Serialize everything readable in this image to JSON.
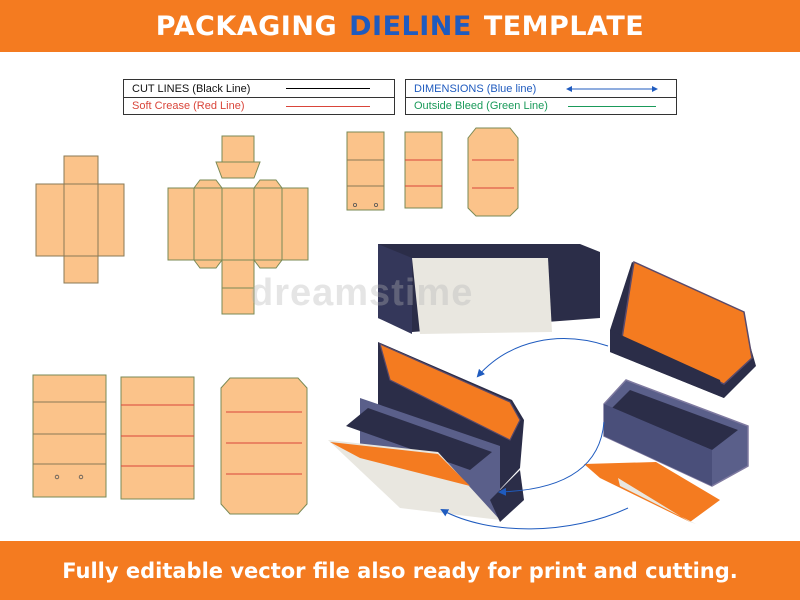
{
  "header": {
    "title_part1": "PACKAGING",
    "title_part2": "DIELINE",
    "title_part3": "TEMPLATE"
  },
  "legend": {
    "cut_lines": "CUT LINES (Black Line)",
    "soft_crease": "Soft Crease (Red Line)",
    "dimensions": "DIMENSIONS (Blue line)",
    "outside_bleed": "Outside Bleed (Green Line)"
  },
  "watermark": "dreamstime",
  "footer": {
    "tagline": "Fully editable vector file also ready for print and cutting."
  },
  "colors": {
    "banner": "#f47b20",
    "accent_blue": "#1f5bbf",
    "panel_fill": "#fbc38a",
    "cut_line": "#000000",
    "crease_line": "#d9453a",
    "dimension_line": "#1f5bbf",
    "bleed_line": "#1a9a5a",
    "box_navy": "#2b2d48",
    "box_orange": "#f47b20",
    "box_cream": "#e9e7e0"
  }
}
